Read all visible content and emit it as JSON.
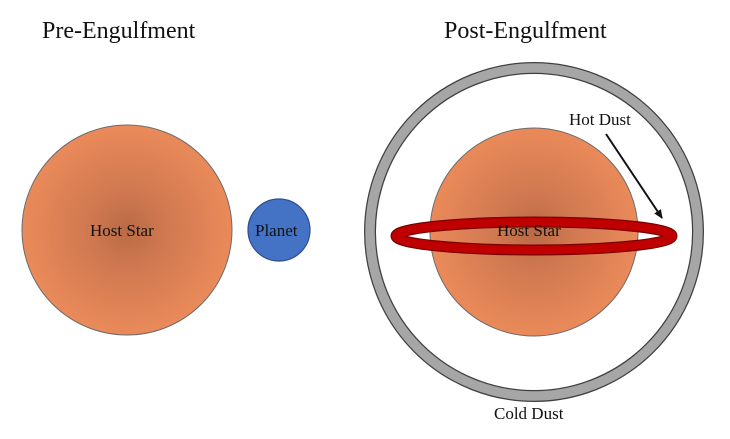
{
  "titles": {
    "pre": "Pre-Engulfment",
    "post": "Post-Engulfment"
  },
  "labels": {
    "host_star_left": "Host Star",
    "planet": "Planet",
    "host_star_right": "Host Star",
    "hot_dust": "Hot Dust",
    "cold_dust": "Cold Dust"
  },
  "colors": {
    "star_center": "#b86a45",
    "star_edge": "#e8875a",
    "star_outline": "#6b6b6b",
    "planet_fill": "#4472c4",
    "planet_outline": "#2f4f8f",
    "hot_dust_ring": "#c00000",
    "cold_dust_shell": "#a6a6a6",
    "cold_dust_outline": "#404040"
  }
}
